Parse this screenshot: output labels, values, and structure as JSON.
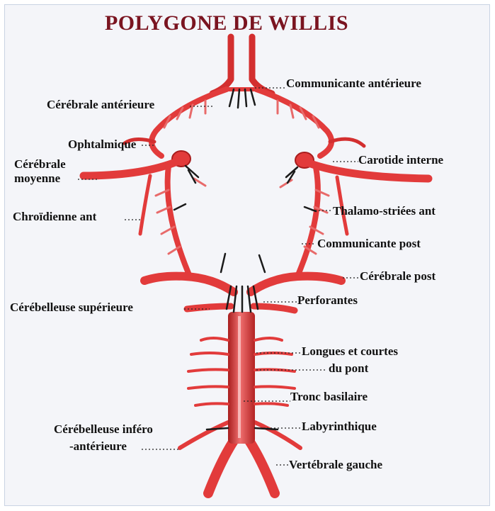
{
  "title": "POLYGONE DE WILLIS",
  "colors": {
    "artery": "#e23b3b",
    "artery_dark": "#a81d1d",
    "highlight": "#f7a6a6",
    "perforant": "#1a1a1a",
    "background": "#f4f5f9",
    "border": "#c9d3e3",
    "title": "#7a1420"
  },
  "labels": {
    "communicante_anterieure": "Communicante antérieure",
    "cerebrale_anterieure": "Cérébrale antérieure",
    "ophtalmique": "Ophtalmique",
    "cerebrale_moyenne_1": "Cérébrale",
    "cerebrale_moyenne_2": "moyenne",
    "carotide_interne": "Carotide interne",
    "choroidienne_ant": "Chroïdienne ant",
    "thalamo_striees_ant": "Thalamo-striées ant",
    "communicante_post": "Communicante post",
    "cerebrale_post": "Cérébrale post",
    "perforantes": "Perforantes",
    "cerebelleuse_superieure": "Cérébelleuse supérieure",
    "longues_courtes_1": "Longues et courtes",
    "longues_courtes_2": "du pont",
    "tronc_basilaire": "Tronc basilaire",
    "cerebelleuse_infero_1": "Cérébelleuse inféro",
    "cerebelleuse_infero_2": "-antérieure",
    "labyrinthique": "Labyrinthique",
    "vertebrale_gauche": "Vertébrale gauche"
  }
}
